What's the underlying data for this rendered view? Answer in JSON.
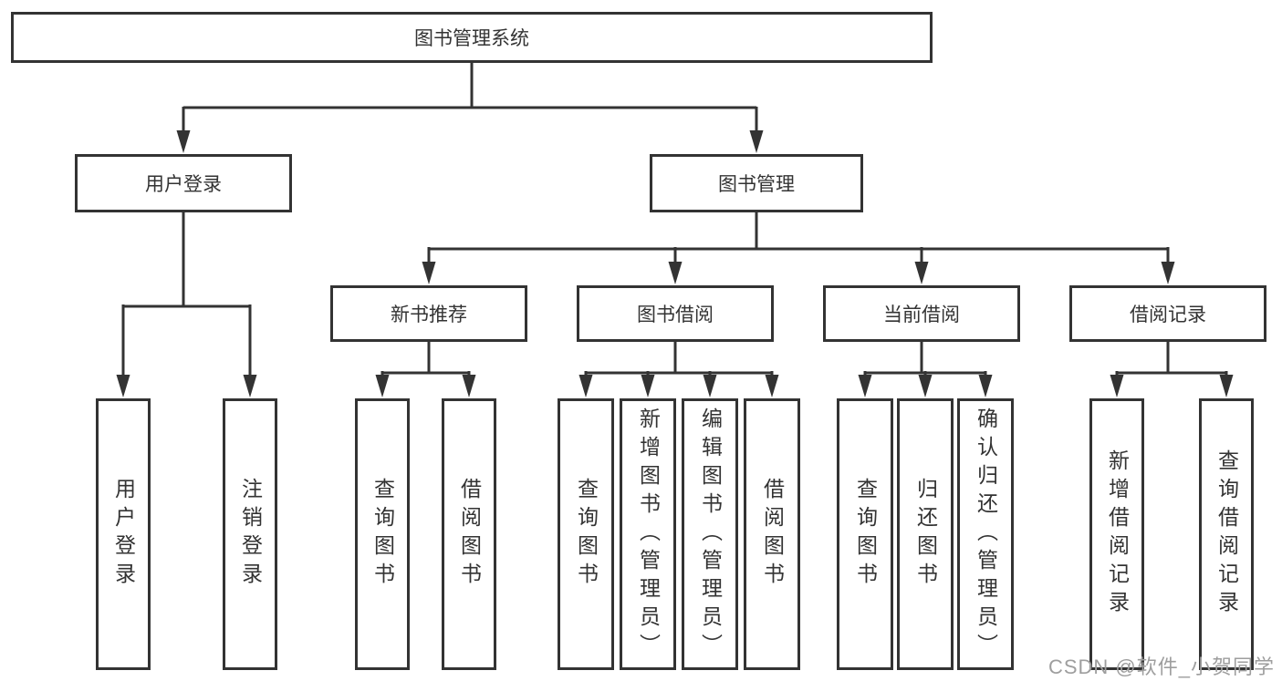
{
  "diagram": {
    "root": {
      "label": "图书管理系统"
    },
    "branches": [
      {
        "label": "用户登录",
        "children": [
          {
            "label": "用户登录"
          },
          {
            "label": "注销登录"
          }
        ]
      },
      {
        "label": "图书管理",
        "groups": [
          {
            "label": "新书推荐",
            "children": [
              {
                "label": "查询图书"
              },
              {
                "label": "借阅图书"
              }
            ]
          },
          {
            "label": "图书借阅",
            "children": [
              {
                "label": "查询图书"
              },
              {
                "label": "新增图书（管理员）"
              },
              {
                "label": "编辑图书（管理员）"
              },
              {
                "label": "借阅图书"
              }
            ]
          },
          {
            "label": "当前借阅",
            "children": [
              {
                "label": "查询图书"
              },
              {
                "label": "归还图书"
              },
              {
                "label": "确认归还（管理员）"
              }
            ]
          },
          {
            "label": "借阅记录",
            "children": [
              {
                "label": "新增借阅记录"
              },
              {
                "label": "查询借阅记录"
              }
            ]
          }
        ]
      }
    ],
    "watermark": {
      "text": "CSDN @软件_小贺同学"
    },
    "colors": {
      "line": "#333333",
      "background": "#ffffff",
      "watermark": "#9e9e9e"
    }
  }
}
